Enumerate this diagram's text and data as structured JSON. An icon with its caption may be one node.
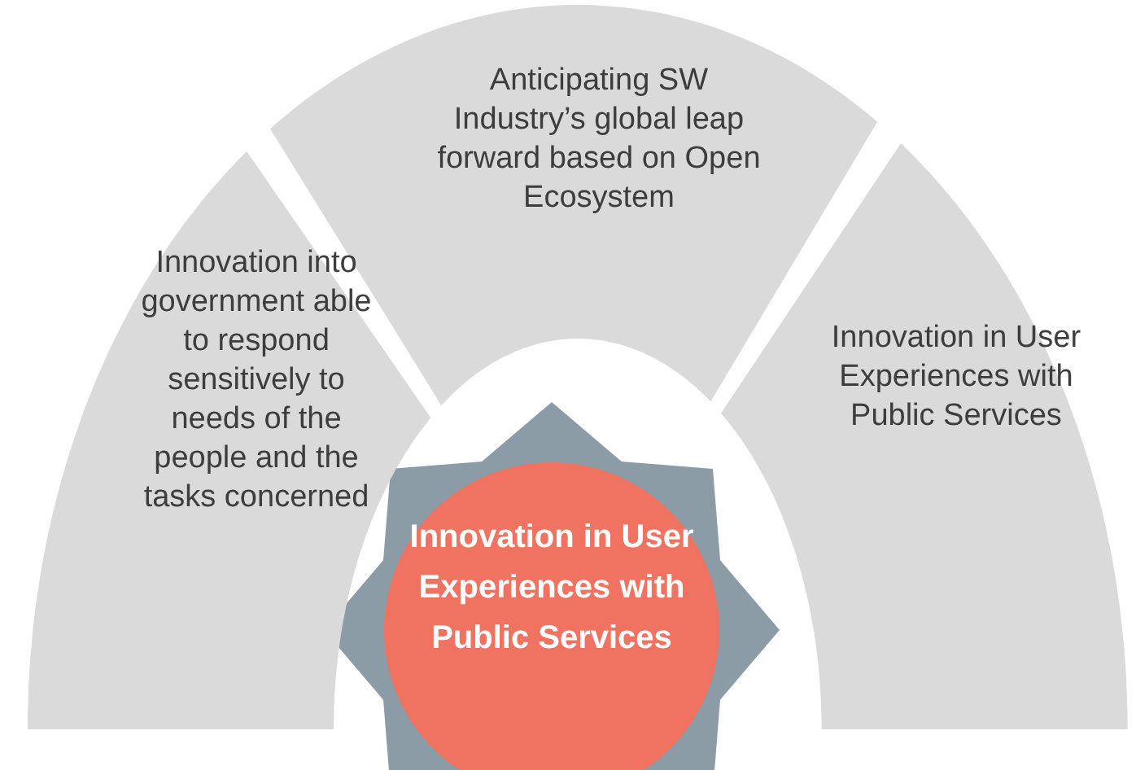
{
  "diagram": {
    "nodes": [
      {
        "text": [
          "Anticipating SW Industry’s global leap forward based on Open Ecosystem"
        ]
      },
      {
        "text": [
          "Innovation into government able to respond sensitively to needs of the people and the tasks concerned"
        ]
      },
      {
        "text": [
          "Innovation in User Experiences with Public Services"
        ]
      },
      {
        "text": [
          "Innovation in User Experiences with Public Services"
        ]
      }
    ]
  }
}
